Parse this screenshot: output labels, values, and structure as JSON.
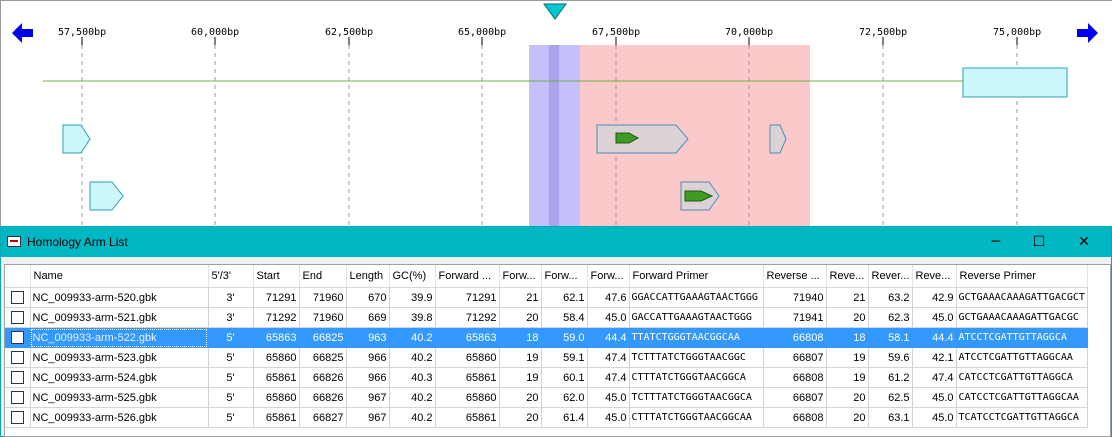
{
  "map": {
    "ruler_labels": [
      "57,500bp",
      "60,000bp",
      "62,500bp",
      "65,000bp",
      "67,500bp",
      "70,000bp",
      "72,500bp",
      "75,000bp"
    ],
    "nav_left": "scroll-left",
    "nav_right": "scroll-right",
    "colors": {
      "ruler_tick": "#000000",
      "sequence_line": "#6fb040",
      "feature_fill": "#ccf7fb",
      "feature_stroke": "#2aa0b7",
      "arm_fill": "#fbc9c9",
      "homology_band": "#c4c0fb",
      "cursor": "#00c8d4",
      "arrow": "#0000ee",
      "primer_fill": "#3f9b24"
    }
  },
  "window": {
    "title": "Homology Arm List",
    "minimize": "─",
    "maximize": "☐",
    "close": "✕"
  },
  "table": {
    "columns": [
      "Name",
      "5'/3'",
      "Start",
      "End",
      "Length",
      "GC(%)",
      "Forward ...",
      "Forw...",
      "Forw...",
      "Forw...",
      "Forward Primer",
      "Reverse ...",
      "Reve...",
      "Rever...",
      "Reve...",
      "Reverse Primer"
    ],
    "rows": [
      [
        "NC_009933-arm-520.gbk",
        "3'",
        "71291",
        "71960",
        "670",
        "39.9",
        "71291",
        "21",
        "62.1",
        "47.6",
        "GGACCATTGAAAGTAACTGGG",
        "71940",
        "21",
        "63.2",
        "42.9",
        "GCTGAAACAAAGATTGACGCT"
      ],
      [
        "NC_009933-arm-521.gbk",
        "3'",
        "71292",
        "71960",
        "669",
        "39.8",
        "71292",
        "20",
        "58.4",
        "45.0",
        "GACCATTGAAAGTAACTGGG",
        "71941",
        "20",
        "62.3",
        "45.0",
        "GCTGAAACAAAGATTGACGC"
      ],
      [
        "NC_009933-arm-522.gbk",
        "5'",
        "65863",
        "66825",
        "963",
        "40.2",
        "65863",
        "18",
        "59.0",
        "44.4",
        "TTATCTGGGTAACGGCAA",
        "66808",
        "18",
        "58.1",
        "44.4",
        "ATCCTCGATTGTTAGGCA"
      ],
      [
        "NC_009933-arm-523.gbk",
        "5'",
        "65860",
        "66825",
        "966",
        "40.2",
        "65860",
        "19",
        "59.1",
        "47.4",
        "TCTTTATCTGGGTAACGGC",
        "66807",
        "19",
        "59.6",
        "42.1",
        "ATCCTCGATTGTTAGGCAA"
      ],
      [
        "NC_009933-arm-524.gbk",
        "5'",
        "65861",
        "66826",
        "966",
        "40.3",
        "65861",
        "19",
        "60.1",
        "47.4",
        "CTTTATCTGGGTAACGGCA",
        "66808",
        "19",
        "61.2",
        "47.4",
        "CATCCTCGATTGTTAGGCA"
      ],
      [
        "NC_009933-arm-525.gbk",
        "5'",
        "65860",
        "66826",
        "967",
        "40.2",
        "65860",
        "20",
        "62.0",
        "45.0",
        "TCTTTATCTGGGTAACGGCA",
        "66807",
        "20",
        "62.5",
        "45.0",
        "CATCCTCGATTGTTAGGCAA"
      ],
      [
        "NC_009933-arm-526.gbk",
        "5'",
        "65861",
        "66827",
        "967",
        "40.2",
        "65861",
        "20",
        "61.4",
        "45.0",
        "CTTTATCTGGGTAACGGCAA",
        "66808",
        "20",
        "63.1",
        "45.0",
        "TCATCCTCGATTGTTAGGCA"
      ]
    ],
    "selected_row": 2
  }
}
